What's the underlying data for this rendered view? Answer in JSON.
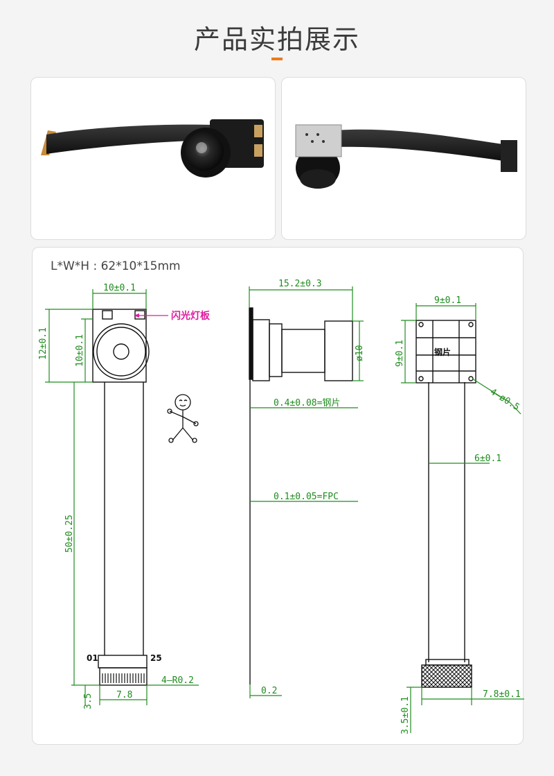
{
  "header": {
    "title": "产品实拍展示"
  },
  "colors": {
    "accent": "#ee7a16",
    "dimension": "#1e8c1e",
    "annotation": "#e01ba0"
  },
  "drawing": {
    "dims_label": "L*W*H : 62*10*15mm",
    "front": {
      "width": "10±0.1",
      "height_total": "12±0.1",
      "height_lens": "10±0.1",
      "length": "50±0.25",
      "pin_first": "01",
      "pin_last": "25",
      "corner": "4—R0.2",
      "tail_height": "3.5",
      "connector_width": "7.8",
      "flash_board": "闪光灯板"
    },
    "side": {
      "length": "15.2±0.3",
      "diameter": "ø10",
      "steel": "0.4±0.08=钢片",
      "fpc": "0.1±0.05=FPC",
      "tail": "0.2"
    },
    "back": {
      "width": "9±0.1",
      "height": "9±0.1",
      "plate": "钢片",
      "holes": "4—ø0.5",
      "fpc_width": "6±0.1",
      "connector_width": "7.8±0.1",
      "tail_height": "3.5±0.1"
    }
  }
}
